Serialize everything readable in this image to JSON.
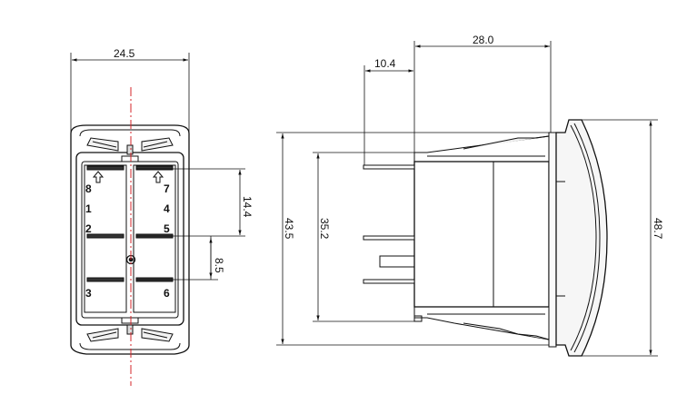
{
  "dimensions": {
    "front_width": "24.5",
    "terminal_pitch_v": "14.4",
    "terminal_pitch_v2": "8.5",
    "side_depth": "28.0",
    "side_terminal_length": "10.4",
    "side_body_height": "43.5",
    "side_inner_height": "35.2",
    "side_bezel_height": "48.7"
  },
  "pins": [
    "8",
    "7",
    "1",
    "4",
    "2",
    "5",
    "3",
    "6"
  ],
  "colors": {
    "line": "#111111",
    "centerline": "#d4242a",
    "background": "#ffffff"
  },
  "icons": [
    "arrow-up-icon",
    "arrow-up-icon"
  ]
}
